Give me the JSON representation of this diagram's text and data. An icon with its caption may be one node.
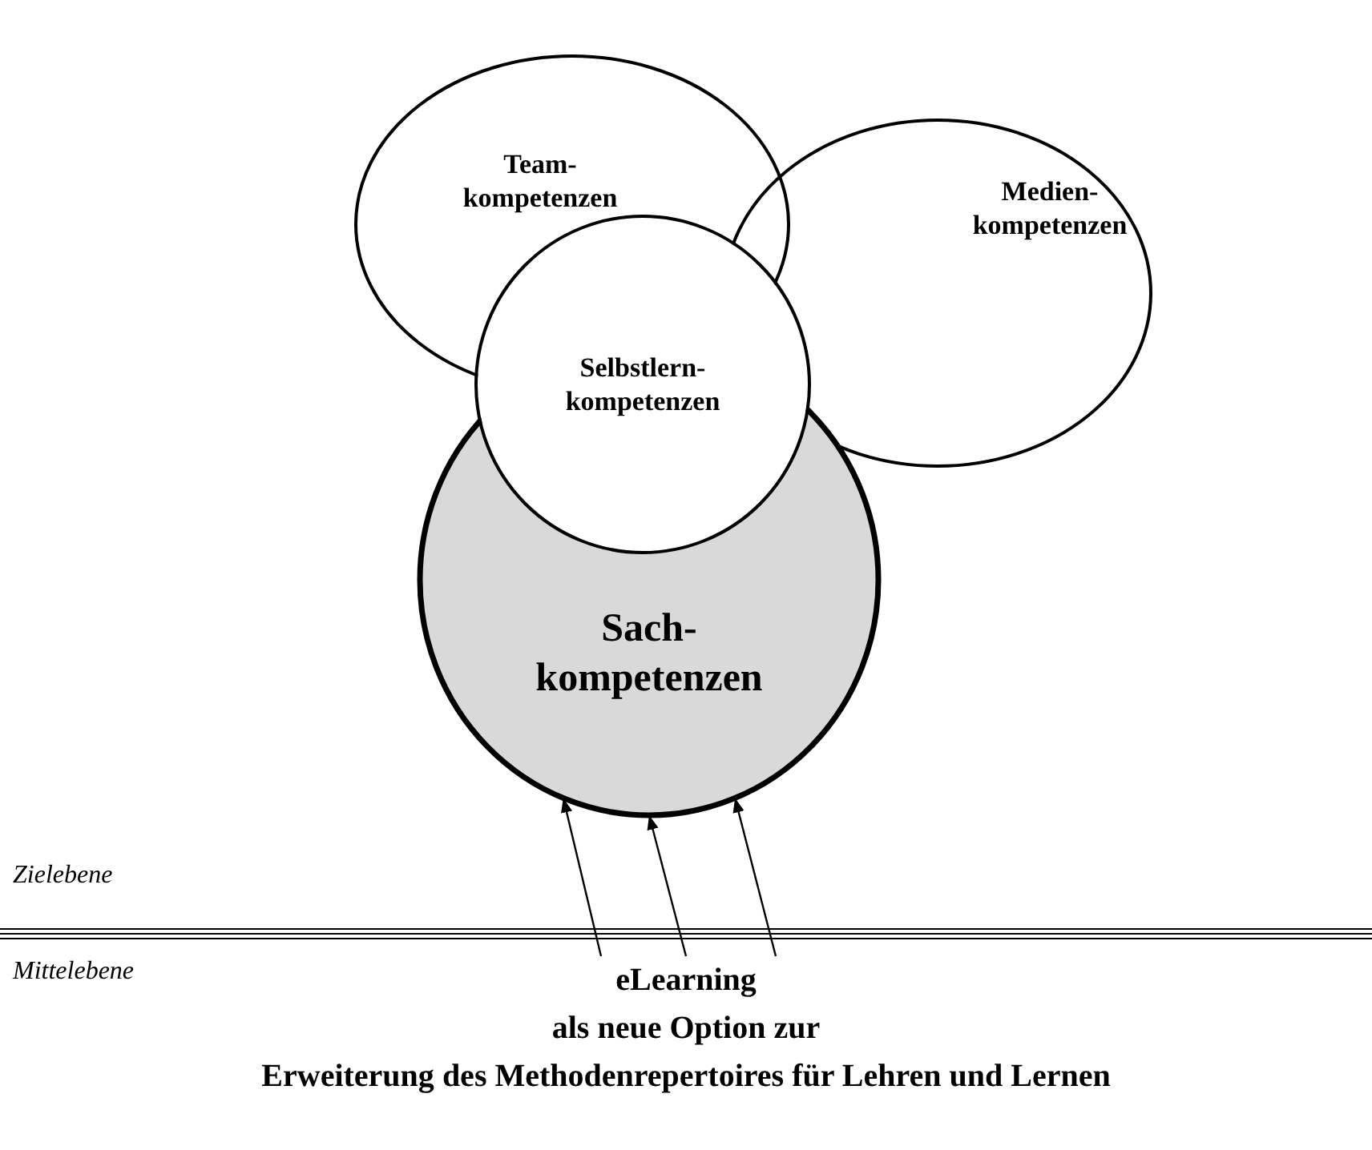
{
  "diagram": {
    "nodes": [
      {
        "text": [
          "Team-kompetenzen"
        ]
      },
      {
        "text": [
          "Medien-kompetenzen"
        ]
      },
      {
        "text": [
          "Sach-kompetenzen"
        ]
      },
      {
        "text": [
          "Selbstlern-kompetenzen"
        ]
      },
      {
        "text": [
          "eLearning als neue Option zur Erweiterung des Methodenrepertoires für Lehren und Lernen"
        ]
      }
    ],
    "edges": [
      {
        "from": 4,
        "to": 2,
        "arrow": "to"
      },
      {
        "from": 4,
        "to": 2,
        "arrow": "to"
      },
      {
        "from": 4,
        "to": 2,
        "arrow": "to"
      }
    ],
    "labels": [
      "Zielebene",
      "Mittelebene"
    ]
  }
}
